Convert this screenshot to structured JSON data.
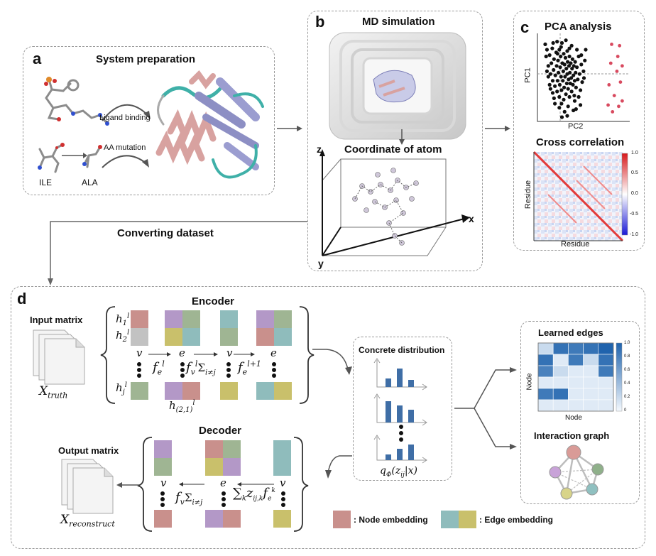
{
  "panel_a": {
    "letter": "a",
    "title": "System preparation",
    "ligand_label": "Ligand binding",
    "mutation_label": "AA mutation",
    "res1": "ILE",
    "res2": "ALA"
  },
  "panel_b": {
    "letter": "b",
    "title": "MD simulation",
    "coord_title": "Coordinate of atom",
    "axis_x": "x",
    "axis_y": "y",
    "axis_z": "z"
  },
  "panel_c": {
    "letter": "c",
    "title": "PCA analysis",
    "pc1": "PC1",
    "pc2": "PC2",
    "cc_title": "Cross correlation",
    "cc_xlabel": "Residue",
    "cc_ylabel": "Residue",
    "colorbar": [
      "1.0",
      "0.5",
      "0.0",
      "-0.5",
      "-1.0"
    ]
  },
  "converting": "Converting dataset",
  "panel_d": {
    "letter": "d",
    "encoder": "Encoder",
    "decoder": "Decoder",
    "input_title": "Input matrix",
    "input_var": "X",
    "input_sub": "truth",
    "output_title": "Output matrix",
    "output_var": "X",
    "output_sub": "reconstruct",
    "concrete_title": "Concrete distribution",
    "learned_edges": "Learned edges",
    "node_axis": "Node",
    "edge_colorbar": [
      "1.0",
      "0.8",
      "0.6",
      "0.4",
      "0.2",
      "0"
    ],
    "interaction_graph": "Interaction graph",
    "legend_node": ": Node embedding",
    "legend_edge": ": Edge embedding"
  },
  "colors": {
    "node": "#c9908c",
    "teal": "#8fbcbc",
    "olive": "#c9c06b",
    "purple": "#b398c7",
    "green": "#9fb593",
    "gray": "#c2c2c2",
    "bar": "#3f6ea6",
    "heat": "#1f63ad"
  },
  "pca_points": {
    "black": [
      [
        8,
        12
      ],
      [
        10,
        30
      ],
      [
        12,
        20
      ],
      [
        15,
        44
      ],
      [
        18,
        28
      ],
      [
        20,
        56
      ],
      [
        22,
        40
      ],
      [
        24,
        18
      ],
      [
        25,
        66
      ],
      [
        27,
        50
      ],
      [
        28,
        34
      ],
      [
        30,
        74
      ],
      [
        31,
        58
      ],
      [
        33,
        24
      ],
      [
        34,
        44
      ],
      [
        35,
        82
      ],
      [
        36,
        66
      ],
      [
        37,
        36
      ],
      [
        38,
        54
      ],
      [
        40,
        20
      ],
      [
        40,
        90
      ],
      [
        41,
        72
      ],
      [
        42,
        46
      ],
      [
        43,
        30
      ],
      [
        44,
        60
      ],
      [
        45,
        80
      ],
      [
        46,
        10
      ],
      [
        47,
        40
      ],
      [
        48,
        66
      ],
      [
        49,
        52
      ],
      [
        50,
        26
      ],
      [
        50,
        94
      ],
      [
        51,
        76
      ],
      [
        52,
        42
      ],
      [
        53,
        60
      ],
      [
        54,
        32
      ],
      [
        55,
        86
      ],
      [
        56,
        48
      ],
      [
        57,
        70
      ],
      [
        58,
        22
      ],
      [
        58,
        56
      ],
      [
        59,
        38
      ],
      [
        60,
        78
      ],
      [
        61,
        64
      ],
      [
        62,
        44
      ],
      [
        63,
        30
      ],
      [
        63,
        90
      ],
      [
        64,
        54
      ],
      [
        65,
        70
      ],
      [
        66,
        40
      ],
      [
        67,
        62
      ],
      [
        68,
        82
      ],
      [
        69,
        48
      ],
      [
        70,
        34
      ],
      [
        71,
        72
      ],
      [
        72,
        58
      ],
      [
        73,
        44
      ],
      [
        74,
        88
      ],
      [
        75,
        66
      ],
      [
        76,
        38
      ],
      [
        77,
        54
      ],
      [
        78,
        76
      ],
      [
        80,
        46
      ],
      [
        82,
        64
      ],
      [
        84,
        30
      ],
      [
        86,
        56
      ],
      [
        88,
        80
      ],
      [
        90,
        42
      ],
      [
        92,
        68
      ],
      [
        95,
        52
      ],
      [
        98,
        36
      ],
      [
        20,
        78
      ],
      [
        28,
        92
      ],
      [
        45,
        100
      ],
      [
        60,
        104
      ],
      [
        75,
        96
      ],
      [
        35,
        8
      ],
      [
        55,
        6
      ],
      [
        68,
        14
      ],
      [
        80,
        20
      ],
      [
        15,
        60
      ],
      [
        25,
        84
      ],
      [
        40,
        106
      ],
      [
        52,
        112
      ],
      [
        30,
        100
      ],
      [
        100,
        20
      ],
      [
        46,
        120
      ],
      [
        58,
        118
      ],
      [
        88,
        102
      ],
      [
        72,
        110
      ],
      [
        63,
        18
      ],
      [
        44,
        16
      ],
      [
        36,
        26
      ],
      [
        26,
        10
      ],
      [
        18,
        72
      ],
      [
        12,
        52
      ],
      [
        90,
        28
      ],
      [
        96,
        62
      ],
      [
        84,
        90
      ],
      [
        78,
        108
      ]
    ],
    "red": [
      [
        146,
        12
      ],
      [
        164,
        14
      ],
      [
        160,
        30
      ],
      [
        144,
        40
      ],
      [
        158,
        52
      ],
      [
        170,
        44
      ],
      [
        166,
        68
      ],
      [
        140,
        72
      ],
      [
        152,
        88
      ],
      [
        138,
        102
      ],
      [
        148,
        112
      ],
      [
        162,
        104
      ],
      [
        170,
        96
      ]
    ]
  }
}
